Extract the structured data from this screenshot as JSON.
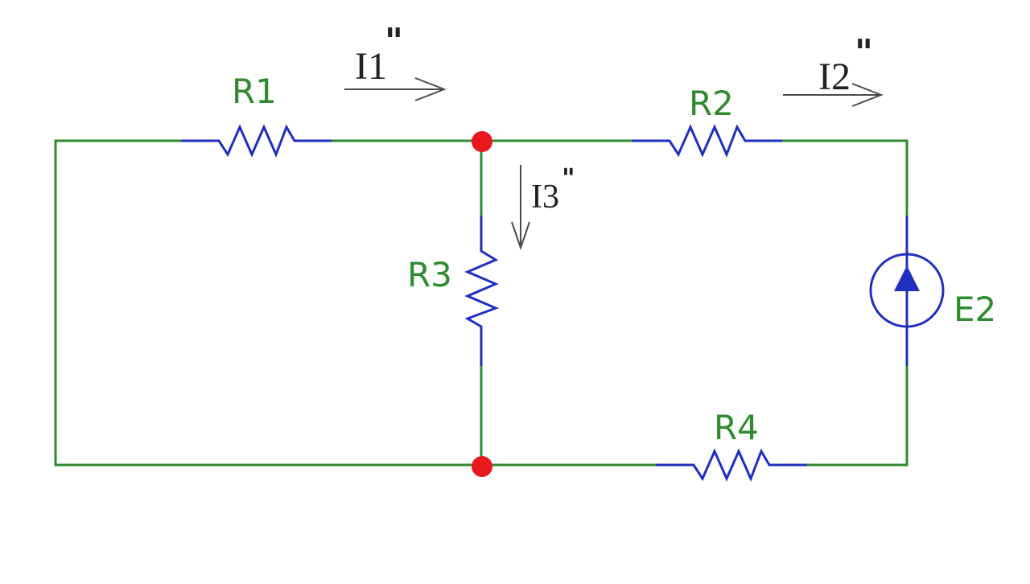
{
  "diagram": {
    "labels": {
      "r1": "R1",
      "r2": "R2",
      "r3": "R3",
      "r4": "R4",
      "e2": "E2"
    },
    "currents": {
      "i1": {
        "symbol": "I1",
        "prime": "\""
      },
      "i2": {
        "symbol": "I2",
        "prime": "\""
      },
      "i3": {
        "symbol": "I3",
        "prime": "\""
      }
    },
    "colors": {
      "wire": "#2e8b2e",
      "component": "#1f2fbf",
      "node": "#e8181c",
      "label": "#2e8b2e",
      "current_text": "#222222"
    },
    "icons": {
      "resistor": "resistor-icon",
      "source": "current-source-icon",
      "arrow": "arrow-icon",
      "node": "junction-dot-icon"
    }
  }
}
